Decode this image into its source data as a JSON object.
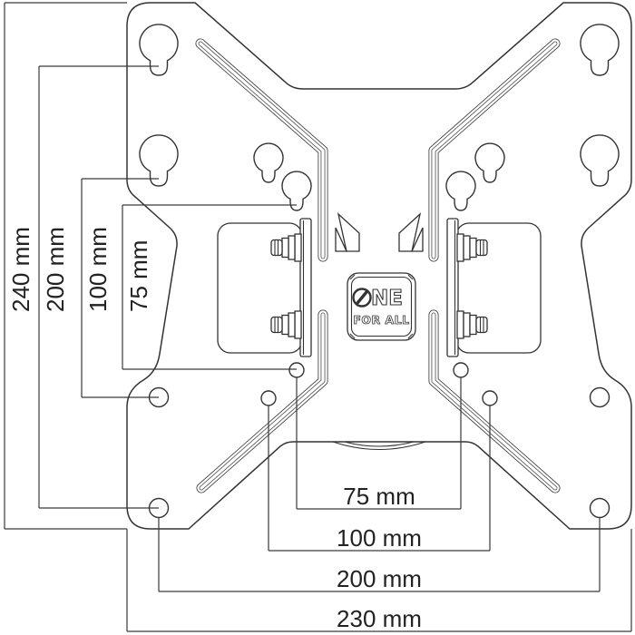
{
  "drawing": {
    "type": "dimension-diagram",
    "subject": "tv-wall-mount-vesa-plate",
    "brand": {
      "wordmark": "ONE FOR ALL",
      "one": "ONE",
      "one_suffix": "NE",
      "for_all": "FOR ALL"
    },
    "dimensions": {
      "vertical": [
        {
          "label": "240 mm",
          "value_mm": 240
        },
        {
          "label": "200 mm",
          "value_mm": 200
        },
        {
          "label": "100 mm",
          "value_mm": 100
        },
        {
          "label": "75 mm",
          "value_mm": 75
        }
      ],
      "horizontal": [
        {
          "label": "75 mm",
          "value_mm": 75
        },
        {
          "label": "100 mm",
          "value_mm": 100
        },
        {
          "label": "200 mm",
          "value_mm": 200
        },
        {
          "label": "230 mm",
          "value_mm": 230
        }
      ]
    },
    "colors": {
      "background": "#ffffff",
      "line": "#333333",
      "text": "#222222"
    }
  }
}
